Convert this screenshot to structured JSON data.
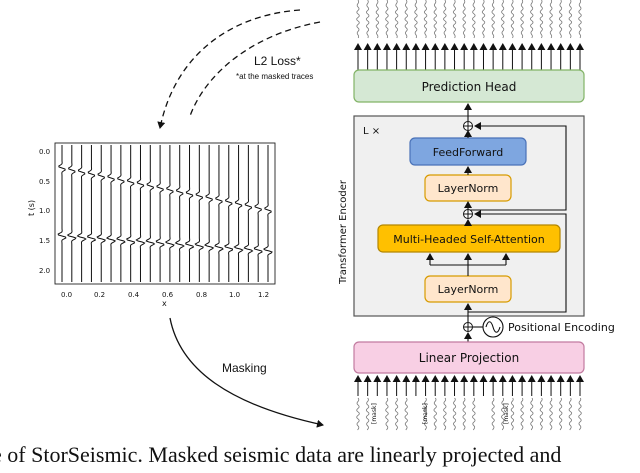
{
  "caption": "e of StorSeismic. Masked seismic data are linearly projected and",
  "arrow_labels": {
    "loss_title": "L2 Loss*",
    "loss_note": "*at the masked traces",
    "masking": "Masking"
  },
  "plot": {
    "ylabel": "t (s)",
    "xlabel": "x",
    "yticks": [
      "0.0",
      "0.5",
      "1.0",
      "1.5",
      "2.0"
    ],
    "xticks": [
      "0.0",
      "0.2",
      "0.4",
      "0.6",
      "0.8",
      "1.0",
      "1.2"
    ]
  },
  "diagram": {
    "prediction_head": "Prediction Head",
    "encoder_label": "Transformer Encoder",
    "repeat_label": "L ×",
    "feedforward": "FeedForward",
    "layernorm_top": "LayerNorm",
    "attention": "Multi-Headed Self-Attention",
    "layernorm_bottom": "LayerNorm",
    "positional_encoding": "Positional Encoding",
    "linear_projection": "Linear Projection",
    "mask_token": "[mask]"
  },
  "colors": {
    "prediction_head": "#d5e8d4",
    "prediction_head_border": "#82b366",
    "feedforward": "#7ea6e0",
    "feedforward_border": "#4a72b8",
    "layernorm": "#ffe6cc",
    "layernorm_border": "#d79b00",
    "attention": "#ffc000",
    "attention_border": "#b38600",
    "linear_projection": "#f8cfe4",
    "linear_projection_border": "#c27ba0",
    "encoder_bg": "#f0f0f0",
    "encoder_border": "#555555"
  }
}
